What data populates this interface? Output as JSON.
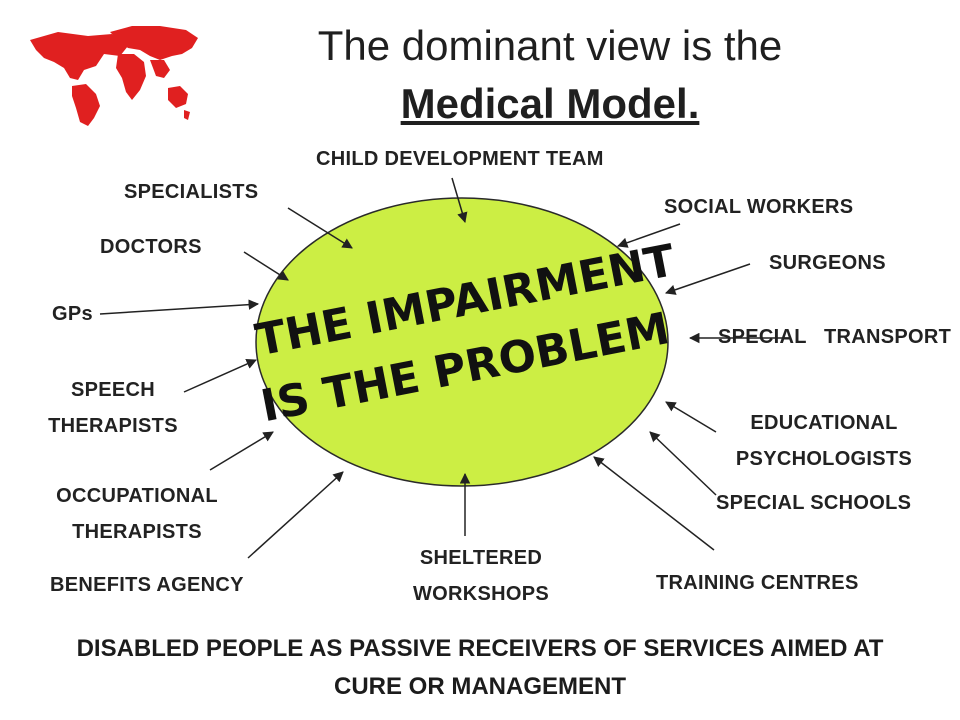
{
  "title": {
    "line1": "The dominant view is the",
    "line2": "Medical Model."
  },
  "center": {
    "line1": "THE IMPAIRMENT",
    "line2": "IS THE PROBLEM",
    "fill": "#ccee44"
  },
  "labels": {
    "child_dev": "CHILD DEVELOPMENT TEAM",
    "specialists": "SPECIALISTS",
    "social_workers": "SOCIAL WORKERS",
    "doctors": "DOCTORS",
    "surgeons": "SURGEONS",
    "gps": "GPs",
    "special_transport": "SPECIAL   TRANSPORT",
    "speech_1": "SPEECH",
    "speech_2": "THERAPISTS",
    "edu_1": "EDUCATIONAL",
    "edu_2": "PSYCHOLOGISTS",
    "occ_1": "OCCUPATIONAL",
    "occ_2": "THERAPISTS",
    "special_schools": "SPECIAL SCHOOLS",
    "sheltered_1": "SHELTERED",
    "sheltered_2": "WORKSHOPS",
    "benefits": "BENEFITS AGENCY",
    "training": "TRAINING CENTRES"
  },
  "footer": {
    "line1": "DISABLED PEOPLE AS PASSIVE RECEIVERS OF SERVICES AIMED AT",
    "line2": "CURE OR MANAGEMENT"
  },
  "logo": {
    "name": "world-map-icon",
    "color": "#e02020"
  }
}
